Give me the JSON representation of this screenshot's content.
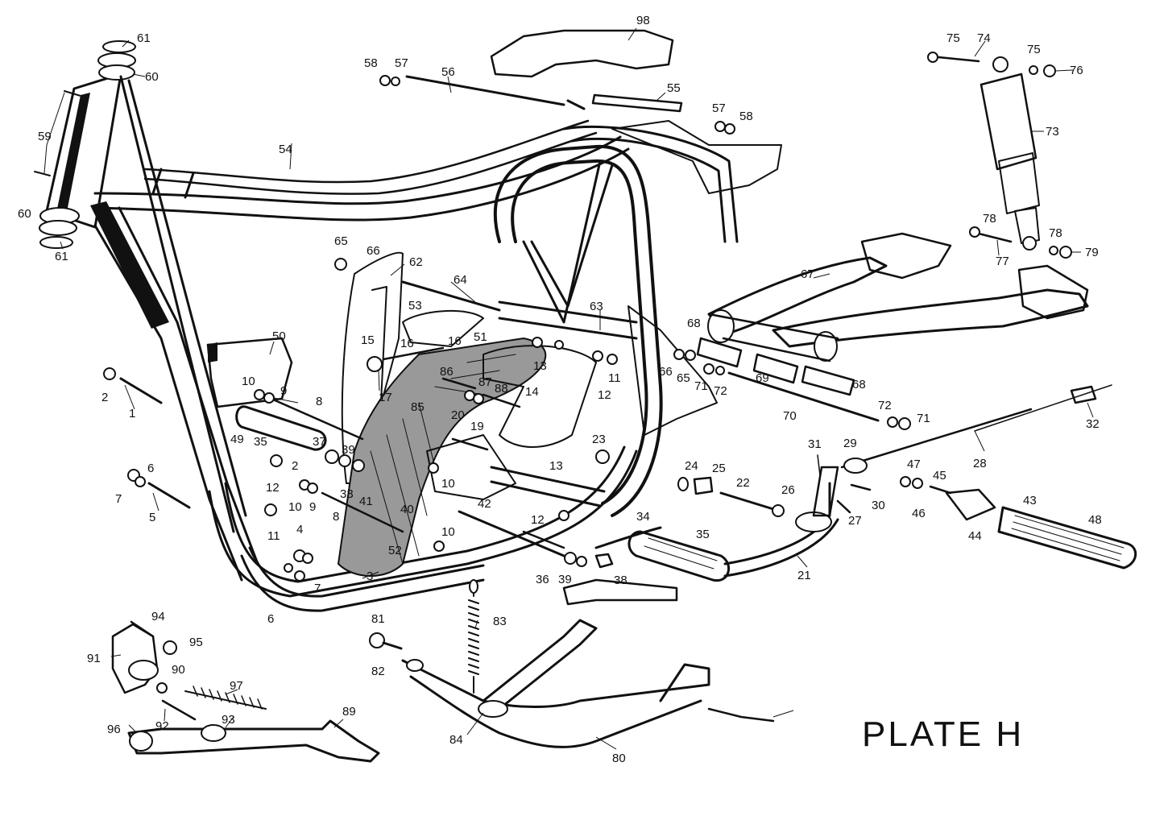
{
  "plate_title": "PLATE H",
  "callouts": [
    {
      "id": "c98",
      "text": "98"
    },
    {
      "id": "c61a",
      "text": "61"
    },
    {
      "id": "c60a",
      "text": "60"
    },
    {
      "id": "c59",
      "text": "59"
    },
    {
      "id": "c60b",
      "text": "60"
    },
    {
      "id": "c61b",
      "text": "61"
    },
    {
      "id": "c54",
      "text": "54"
    },
    {
      "id": "c58a",
      "text": "58"
    },
    {
      "id": "c57a",
      "text": "57"
    },
    {
      "id": "c56",
      "text": "56"
    },
    {
      "id": "c55",
      "text": "55"
    },
    {
      "id": "c57b",
      "text": "57"
    },
    {
      "id": "c58b",
      "text": "58"
    },
    {
      "id": "c75a",
      "text": "75"
    },
    {
      "id": "c74",
      "text": "74"
    },
    {
      "id": "c75b",
      "text": "75"
    },
    {
      "id": "c76",
      "text": "76"
    },
    {
      "id": "c73",
      "text": "73"
    },
    {
      "id": "c78a",
      "text": "78"
    },
    {
      "id": "c78b",
      "text": "78"
    },
    {
      "id": "c79",
      "text": "79"
    },
    {
      "id": "c77",
      "text": "77"
    },
    {
      "id": "c67",
      "text": "67"
    },
    {
      "id": "c65a",
      "text": "65"
    },
    {
      "id": "c66a",
      "text": "66"
    },
    {
      "id": "c62",
      "text": "62"
    },
    {
      "id": "c64",
      "text": "64"
    },
    {
      "id": "c63",
      "text": "63"
    },
    {
      "id": "c53",
      "text": "53"
    },
    {
      "id": "c50",
      "text": "50"
    },
    {
      "id": "c15",
      "text": "15"
    },
    {
      "id": "c16a",
      "text": "16"
    },
    {
      "id": "c16b",
      "text": "16"
    },
    {
      "id": "c51",
      "text": "51"
    },
    {
      "id": "c13a",
      "text": "13"
    },
    {
      "id": "c11a",
      "text": "11"
    },
    {
      "id": "c12a",
      "text": "12"
    },
    {
      "id": "c68a",
      "text": "68"
    },
    {
      "id": "c66b",
      "text": "66"
    },
    {
      "id": "c65b",
      "text": "65"
    },
    {
      "id": "c69",
      "text": "69"
    },
    {
      "id": "c68b",
      "text": "68"
    },
    {
      "id": "c71a",
      "text": "71"
    },
    {
      "id": "c72a",
      "text": "72"
    },
    {
      "id": "c70",
      "text": "70"
    },
    {
      "id": "c72b",
      "text": "72"
    },
    {
      "id": "c71b",
      "text": "71"
    },
    {
      "id": "c32",
      "text": "32"
    },
    {
      "id": "c2a",
      "text": "2"
    },
    {
      "id": "c1",
      "text": "1"
    },
    {
      "id": "c10a",
      "text": "10"
    },
    {
      "id": "c9a",
      "text": "9"
    },
    {
      "id": "c8a",
      "text": "8"
    },
    {
      "id": "c17",
      "text": "17"
    },
    {
      "id": "c86",
      "text": "86"
    },
    {
      "id": "c87",
      "text": "87"
    },
    {
      "id": "c88",
      "text": "88"
    },
    {
      "id": "c85",
      "text": "85"
    },
    {
      "id": "c14",
      "text": "14"
    },
    {
      "id": "c20",
      "text": "20"
    },
    {
      "id": "c19",
      "text": "19"
    },
    {
      "id": "c23",
      "text": "23"
    },
    {
      "id": "c49",
      "text": "49"
    },
    {
      "id": "c35a",
      "text": "35"
    },
    {
      "id": "c37",
      "text": "37"
    },
    {
      "id": "c39a",
      "text": "39"
    },
    {
      "id": "c2b",
      "text": "2"
    },
    {
      "id": "c6a",
      "text": "6"
    },
    {
      "id": "c7a",
      "text": "7"
    },
    {
      "id": "c5",
      "text": "5"
    },
    {
      "id": "c12b",
      "text": "12"
    },
    {
      "id": "c10b",
      "text": "10"
    },
    {
      "id": "c9b",
      "text": "9"
    },
    {
      "id": "c33",
      "text": "33"
    },
    {
      "id": "c41",
      "text": "41"
    },
    {
      "id": "c8b",
      "text": "8"
    },
    {
      "id": "c40",
      "text": "40"
    },
    {
      "id": "c10c",
      "text": "10"
    },
    {
      "id": "c11b",
      "text": "11"
    },
    {
      "id": "c4",
      "text": "4"
    },
    {
      "id": "c10d",
      "text": "10"
    },
    {
      "id": "c13b",
      "text": "13"
    },
    {
      "id": "c42",
      "text": "42"
    },
    {
      "id": "c12c",
      "text": "12"
    },
    {
      "id": "c52",
      "text": "52"
    },
    {
      "id": "c3",
      "text": "3"
    },
    {
      "id": "c7b",
      "text": "7"
    },
    {
      "id": "c6b",
      "text": "6"
    },
    {
      "id": "c36",
      "text": "36"
    },
    {
      "id": "c39b",
      "text": "39"
    },
    {
      "id": "c38",
      "text": "38"
    },
    {
      "id": "c34",
      "text": "34"
    },
    {
      "id": "c35b",
      "text": "35"
    },
    {
      "id": "c21",
      "text": "21"
    },
    {
      "id": "c24",
      "text": "24"
    },
    {
      "id": "c25",
      "text": "25"
    },
    {
      "id": "c22",
      "text": "22"
    },
    {
      "id": "c26",
      "text": "26"
    },
    {
      "id": "c31",
      "text": "31"
    },
    {
      "id": "c29",
      "text": "29"
    },
    {
      "id": "c28",
      "text": "28"
    },
    {
      "id": "c30",
      "text": "30"
    },
    {
      "id": "c27",
      "text": "27"
    },
    {
      "id": "c47",
      "text": "47"
    },
    {
      "id": "c46",
      "text": "46"
    },
    {
      "id": "c45",
      "text": "45"
    },
    {
      "id": "c44",
      "text": "44"
    },
    {
      "id": "c43",
      "text": "43"
    },
    {
      "id": "c48",
      "text": "48"
    },
    {
      "id": "c83",
      "text": "83"
    },
    {
      "id": "c81",
      "text": "81"
    },
    {
      "id": "c82",
      "text": "82"
    },
    {
      "id": "c84",
      "text": "84"
    },
    {
      "id": "c80",
      "text": "80"
    },
    {
      "id": "c94",
      "text": "94"
    },
    {
      "id": "c95",
      "text": "95"
    },
    {
      "id": "c91",
      "text": "91"
    },
    {
      "id": "c90",
      "text": "90"
    },
    {
      "id": "c97",
      "text": "97"
    },
    {
      "id": "c96",
      "text": "96"
    },
    {
      "id": "c92",
      "text": "92"
    },
    {
      "id": "c93",
      "text": "93"
    },
    {
      "id": "c89",
      "text": "89"
    }
  ]
}
